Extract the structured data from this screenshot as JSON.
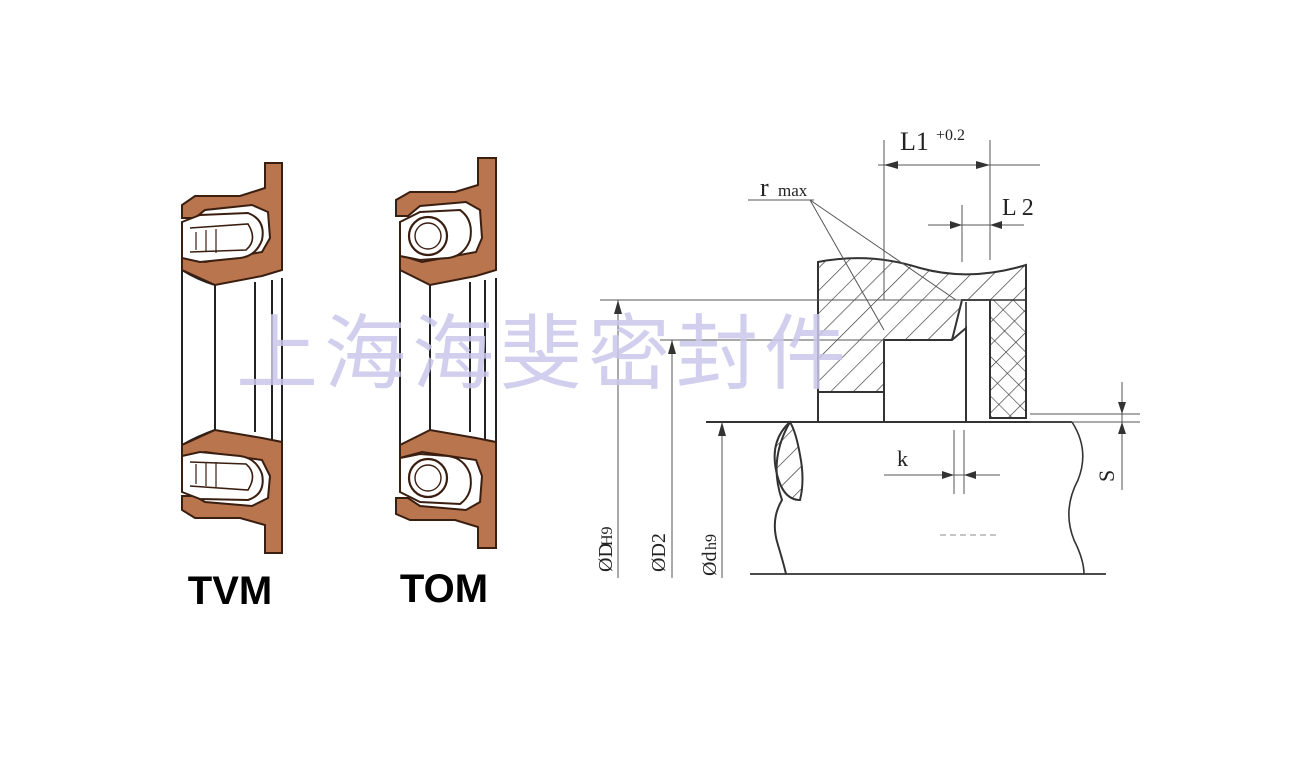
{
  "seals": [
    {
      "label": "TVM",
      "spring": "finger-spring"
    },
    {
      "label": "TOM",
      "spring": "o-ring"
    }
  ],
  "installation_drawing": {
    "dimensions": {
      "L1": "L1",
      "L1_tolerance": "+0.2",
      "L2": "L 2",
      "r": "r",
      "r_sub": "max",
      "k": "k",
      "S": "S",
      "OD": "ØD",
      "OD_fit": "H9",
      "D2": "ØD2",
      "d": "Ød",
      "d_fit": "h9"
    }
  },
  "watermark": "上海海斐密封件",
  "colors": {
    "seal_body": "#b9754d",
    "seal_outline": "#3a1e10",
    "watermark": "#c9c7ea",
    "line": "#333333"
  }
}
